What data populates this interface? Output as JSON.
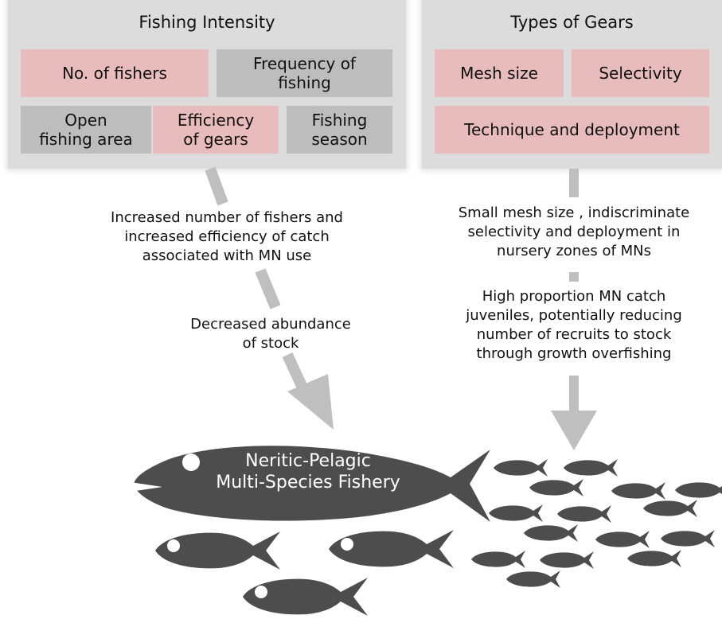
{
  "fishing_intensity": {
    "title": "Fishing Intensity",
    "boxes": {
      "no_of_fishers": "No. of fishers",
      "frequency_line1": "Frequency of",
      "frequency_line2": "fishing",
      "open_line1": "Open",
      "open_line2": "fishing area",
      "efficiency_line1": "Efficiency",
      "efficiency_line2": "of gears",
      "season_line1": "Fishing",
      "season_line2": "season"
    }
  },
  "types_of_gears": {
    "title": "Types of Gears",
    "boxes": {
      "mesh_size": "Mesh size",
      "selectivity": "Selectivity",
      "technique": "Technique and deployment"
    }
  },
  "left_flow": {
    "effect_line1": "Increased number of fishers and",
    "effect_line2": "increased efficiency of catch",
    "effect_line3": "associated with MN use",
    "result_line1": "Decreased abundance",
    "result_line2": "of stock"
  },
  "right_flow": {
    "effect_line1": "Small mesh size , indiscriminate",
    "effect_line2": "selectivity and deployment in",
    "effect_line3": "nursery zones of MNs",
    "result_line1": "High proportion MN catch",
    "result_line2": "juveniles, potentially reducing",
    "result_line3": "number of recruits to stock",
    "result_line4": "through growth overfishing"
  },
  "fishery": {
    "line1": "Neritic-Pelagic",
    "line2": "Multi-Species Fishery"
  },
  "colors": {
    "panel": "#dcdcdc",
    "pink_box": "#e8bcbc",
    "grey_box": "#bdbdbd",
    "arrow": "#bfbfbf",
    "fish": "#4d4d4d"
  }
}
